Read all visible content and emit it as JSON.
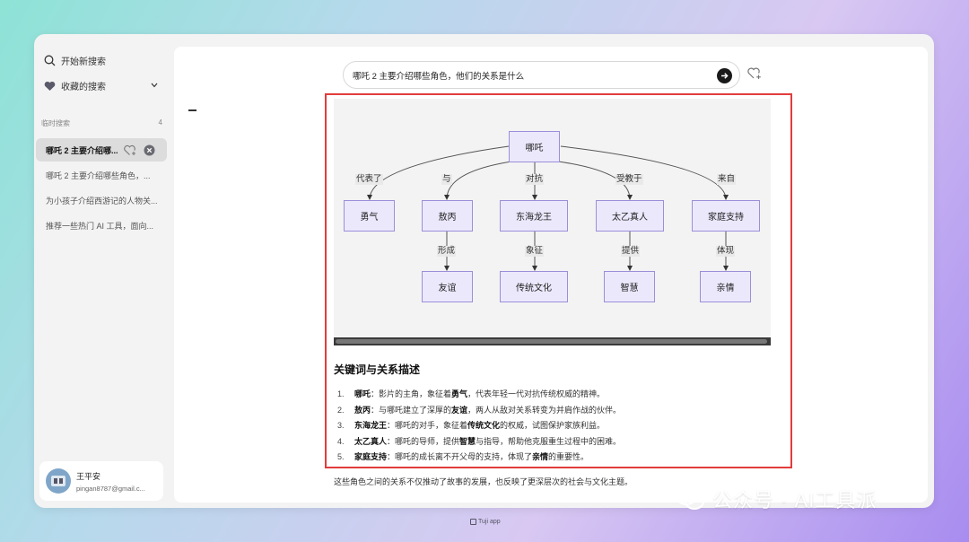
{
  "sidebar": {
    "new_search": "开始新搜索",
    "saved_search": "收藏的搜索",
    "section_title": "临时搜索",
    "section_count": "4",
    "history": [
      {
        "label": "哪吒 2 主要介绍哪..."
      },
      {
        "label": "哪吒 2 主要介绍哪些角色，..."
      },
      {
        "label": "为小孩子介绍西游记的人物关..."
      },
      {
        "label": "推荐一些热门 AI 工具，面向..."
      }
    ],
    "user": {
      "name": "王平安",
      "email": "pingan8787@gmail.c..."
    }
  },
  "search": {
    "query": "哪吒 2 主要介绍哪些角色，他们的关系是什么"
  },
  "diagram": {
    "root": "哪吒",
    "edges": [
      "代表了",
      "与",
      "对抗",
      "受教于",
      "来自"
    ],
    "level1": [
      "勇气",
      "敖丙",
      "东海龙王",
      "太乙真人",
      "家庭支持"
    ],
    "edges2": [
      "形成",
      "象征",
      "提供",
      "体现"
    ],
    "level2": [
      "友谊",
      "传统文化",
      "智慧",
      "亲情"
    ]
  },
  "keywords": {
    "title": "关键词与关系描述",
    "items": [
      {
        "num": "1.",
        "term": "哪吒",
        "p1": "：影片的主角，象征着",
        "b1": "勇气",
        "p2": "，代表年轻一代对抗传统权威的精神。"
      },
      {
        "num": "2.",
        "term": "敖丙",
        "p1": "：与哪吒建立了深厚的",
        "b1": "友谊",
        "p2": "，两人从敌对关系转变为并肩作战的伙伴。"
      },
      {
        "num": "3.",
        "term": "东海龙王",
        "p1": "：哪吒的对手，象征着",
        "b1": "传统文化",
        "p2": "的权威，试图保护家族利益。"
      },
      {
        "num": "4.",
        "term": "太乙真人",
        "p1": "：哪吒的导师，提供",
        "b1": "智慧",
        "p2": "与指导，帮助他克服重生过程中的困难。"
      },
      {
        "num": "5.",
        "term": "家庭支持",
        "p1": "：哪吒的成长离不开父母的支持，体现了",
        "b1": "亲情",
        "p2": "的重要性。"
      }
    ]
  },
  "summary": "这些角色之间的关系不仅推动了故事的发展，也反映了更深层次的社会与文化主题。",
  "footer": {
    "brand": "Tuji app"
  },
  "watermark": {
    "text": "公众号 · AI工具派"
  },
  "colors": {
    "highlight_border": "#e23c3c",
    "node_fill": "#ece8fc",
    "node_border": "#9b8fd9"
  }
}
